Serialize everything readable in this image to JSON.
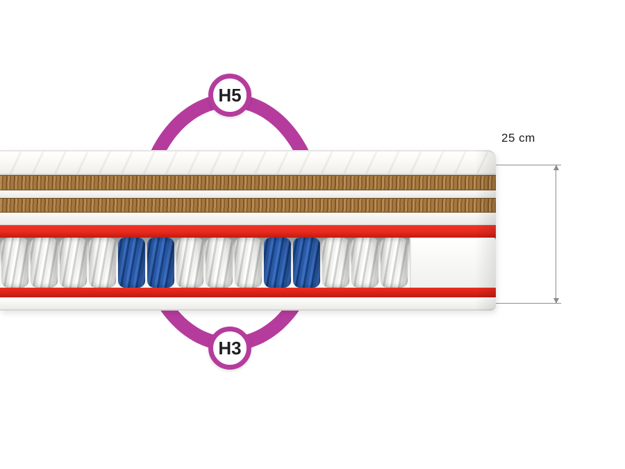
{
  "labels": {
    "top_badge": "H5",
    "bottom_badge": "H3",
    "dimension": "25 cm"
  },
  "colors": {
    "ring": "#b53c9d",
    "badge-border": "#b53c9d",
    "badge-text": "#1f1f23",
    "red-layer": "#e52a1d",
    "brown-layer": "#a0743e",
    "blue-coil": "#2a5aa6",
    "white-coil": "#ededea",
    "dimension-line": "#8c8c8c",
    "dimension-text": "#1a1a1a"
  },
  "springs": {
    "pattern": [
      "white",
      "white",
      "white",
      "white",
      "blue",
      "blue",
      "white",
      "white",
      "white",
      "blue",
      "blue",
      "white",
      "white",
      "white"
    ]
  }
}
